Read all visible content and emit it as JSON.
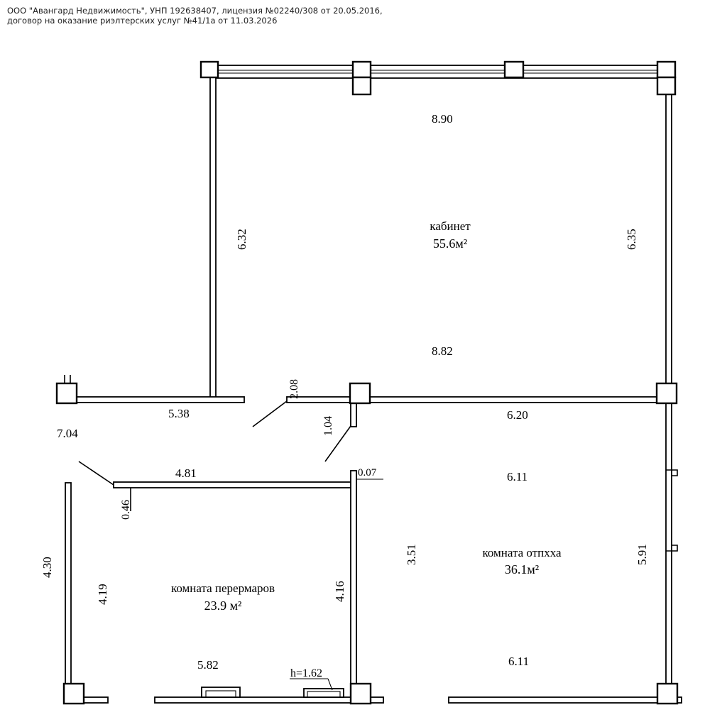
{
  "header": {
    "line1": "ООО \"Авангард Недвижимость\", УНП 192638407, лицензия №02240/308 от 20.05.2016,",
    "line2": "договор на оказание риэлтерских услуг №41/1а от 11.03.2026"
  },
  "rooms": {
    "office": {
      "name": "кабинет",
      "area": "55.6м²"
    },
    "meeting": {
      "name": "комната перермаров",
      "area": "23.9 м²"
    },
    "rest": {
      "name": "комната отпхха",
      "area": "36.1м²"
    }
  },
  "dims": {
    "d890": "8.90",
    "d632": "6.32",
    "d635": "6.35",
    "d882": "8.82",
    "d208": "2.08",
    "d538": "5.38",
    "d104": "1.04",
    "d620": "6.20",
    "d704": "7.04",
    "d481": "4.81",
    "d007": "0.07",
    "d611a": "6.11",
    "d046": "0.46",
    "d430": "4.30",
    "d419": "4.19",
    "d416": "4.16",
    "d351": "3.51",
    "d591": "5.91",
    "d582": "5.82",
    "d611b": "6.11",
    "h162": "h=1.62"
  }
}
